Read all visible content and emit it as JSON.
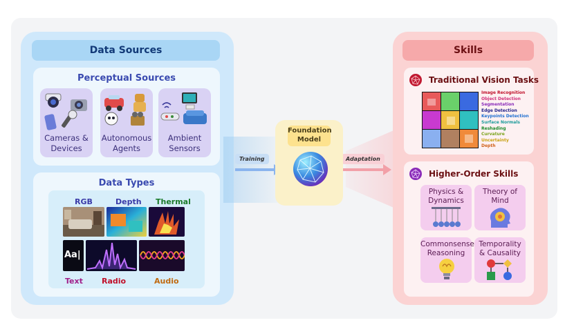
{
  "data_sources": {
    "title": "Data Sources",
    "perceptual": {
      "title": "Perceptual Sources",
      "items": [
        {
          "line1": "Cameras &",
          "line2": "Devices",
          "icon": "camera-devices-icon"
        },
        {
          "line1": "Autonomous",
          "line2": "Agents",
          "icon": "robot-agents-icon"
        },
        {
          "line1": "Ambient",
          "line2": "Sensors",
          "icon": "ambient-sensors-icon"
        }
      ]
    },
    "data_types": {
      "title": "Data Types",
      "labels": {
        "rgb": "RGB",
        "depth": "Depth",
        "thermal": "Thermal",
        "text": "Text",
        "radio": "Radio",
        "audio": "Audio"
      },
      "text_glyph": "Aa|"
    }
  },
  "center": {
    "foundation_line1": "Foundation",
    "foundation_line2": "Model",
    "training": "Training",
    "adaptation": "Adaptation"
  },
  "skills": {
    "title": "Skills",
    "traditional": {
      "title": "Traditional Vision Tasks",
      "tasks": [
        {
          "label": "Image Recognition",
          "color": "#c0102a"
        },
        {
          "label": "Object Detection",
          "color": "#d0307a"
        },
        {
          "label": "Segmentation",
          "color": "#8a2bb8"
        },
        {
          "label": "Edge Detection",
          "color": "#23238a"
        },
        {
          "label": "Keypoints Detection",
          "color": "#1e6fd0"
        },
        {
          "label": "Surface Normals",
          "color": "#1a9a9a"
        },
        {
          "label": "Reshading",
          "color": "#1b8a2a"
        },
        {
          "label": "Curvature",
          "color": "#7aa21a"
        },
        {
          "label": "Uncertainty",
          "color": "#c8a010"
        },
        {
          "label": "Depth",
          "color": "#d06018"
        }
      ]
    },
    "higher_order": {
      "title": "Higher-Order Skills",
      "items": [
        {
          "line1": "Physics &",
          "line2": "Dynamics",
          "icon": "newtons-cradle-icon"
        },
        {
          "line1": "Theory of",
          "line2": "Mind",
          "icon": "head-mind-icon"
        },
        {
          "line1": "Commonsense",
          "line2": "Reasoning",
          "icon": "lightbulb-brain-icon"
        },
        {
          "line1": "Temporality",
          "line2": "& Causality",
          "icon": "flowchart-icon"
        }
      ]
    }
  },
  "colors": {
    "left_panel": "#cfe8fb",
    "right_panel": "#fbd3d3",
    "foundation": "#fde28e",
    "rgb_label": "#3a3aa8",
    "depth_label": "#3a3aa8",
    "thermal_label": "#1b7a2a",
    "text_label": "#a0208a",
    "radio_label": "#c0102a",
    "audio_label": "#c06a10"
  }
}
